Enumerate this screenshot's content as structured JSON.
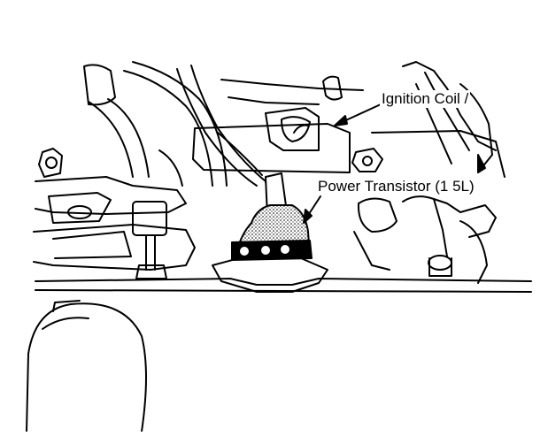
{
  "figure": {
    "callouts": [
      {
        "id": "ignition-coil",
        "text": "Ignition Coil /"
      },
      {
        "id": "power-transistor",
        "text": "Power Transistor (1 5L)"
      }
    ],
    "colors": {
      "ink": "#000000",
      "paper": "#ffffff"
    }
  }
}
